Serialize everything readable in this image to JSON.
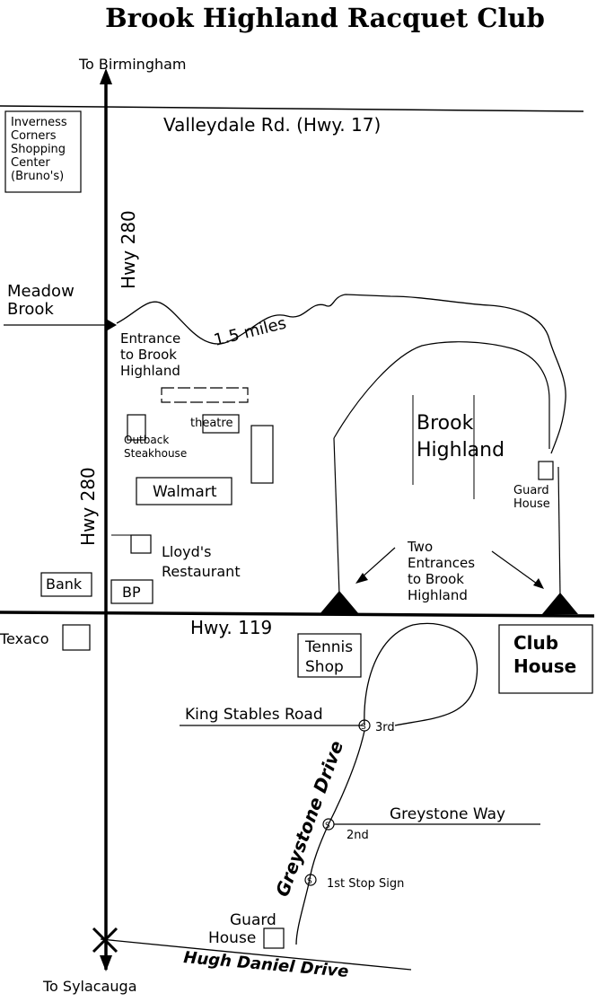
{
  "title": "Brook Highland Racquet Club",
  "labels": {
    "to_birmingham": "To Birmingham",
    "to_sylacauga": "To Sylacauga",
    "valleydale": "Valleydale Rd. (Hwy. 17)",
    "inverness": [
      "Inverness",
      "Corners",
      "Shopping",
      "Center",
      "(Bruno's)"
    ],
    "hwy280_top": "Hwy 280",
    "hwy280_bottom": "Hwy 280",
    "meadow_brook": [
      "Meadow",
      "Brook"
    ],
    "distance": "1.5 miles",
    "entrance": [
      "Entrance",
      "to Brook",
      "Highland"
    ],
    "theatre": "theatre",
    "outback": [
      "Outback",
      "Steakhouse"
    ],
    "walmart": "Walmart",
    "lloyds": [
      "Lloyd's",
      "Restaurant"
    ],
    "bank": "Bank",
    "bp": "BP",
    "brook_highland": [
      "Brook",
      "Highland"
    ],
    "guard_house_top": [
      "Guard",
      "House"
    ],
    "two_entrances": [
      "Two",
      "Entrances",
      "to Brook",
      "Highland"
    ],
    "hwy119": "Hwy. 119",
    "texaco": "Texaco",
    "tennis_shop": [
      "Tennis",
      "Shop"
    ],
    "club_house": [
      "Club",
      "House"
    ],
    "king_stables": "King Stables Road",
    "third": "3rd",
    "greystone_drive": "Greystone Drive",
    "greystone_way": "Greystone Way",
    "second": "2nd",
    "first_stop": "1st Stop Sign",
    "guard_house_bottom": [
      "Guard",
      "House"
    ],
    "hugh_daniel": "Hugh Daniel Drive",
    "stop_marker": "S"
  }
}
